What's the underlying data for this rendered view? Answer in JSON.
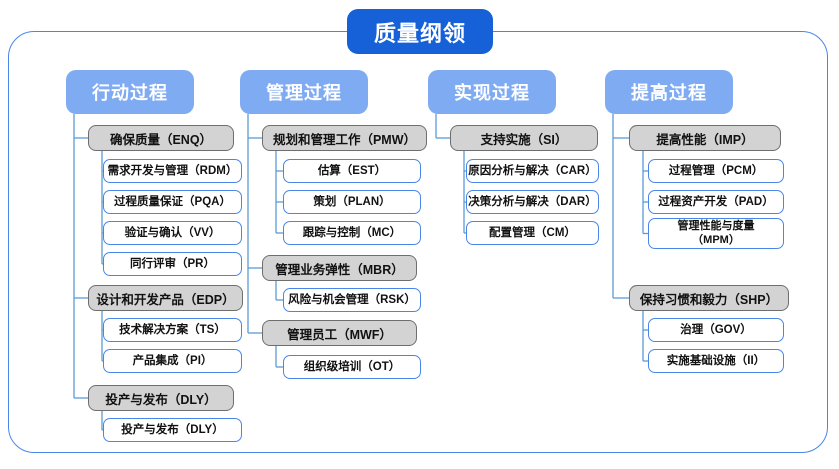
{
  "diagram": {
    "root": {
      "label": "质量纲领"
    },
    "colors": {
      "root_fill": "#1661d8",
      "header_fill": "#7fabf2",
      "group_fill": "#d3d3d3",
      "group_border": "#6e6e6e",
      "leaf_border": "#4a86e8",
      "connector": "#5b9bd5",
      "frame_border": "#4a86e8"
    },
    "columns": [
      {
        "header": "行动过程",
        "groups": [
          {
            "label": "确保质量（ENQ）",
            "children": [
              "需求开发与管理（RDM）",
              "过程质量保证（PQA）",
              "验证与确认（VV）",
              "同行评审（PR）"
            ]
          },
          {
            "label": "设计和开发产品（EDP）",
            "children": [
              "技术解决方案（TS）",
              "产品集成（PI）"
            ]
          },
          {
            "label": "投产与发布（DLY）",
            "children": [
              "投产与发布（DLY）"
            ]
          }
        ]
      },
      {
        "header": "管理过程",
        "groups": [
          {
            "label": "规划和管理工作（PMW）",
            "children": [
              "估算（EST）",
              "策划（PLAN）",
              "跟踪与控制（MC）"
            ]
          },
          {
            "label": "管理业务弹性（MBR）",
            "children": [
              "风险与机会管理（RSK）"
            ]
          },
          {
            "label": "管理员工（MWF）",
            "children": [
              "组织级培训（OT）"
            ]
          }
        ]
      },
      {
        "header": "实现过程",
        "groups": [
          {
            "label": "支持实施（SI）",
            "children": [
              "原因分析与解决（CAR）",
              "决策分析与解决（DAR）",
              "配置管理（CM）"
            ]
          }
        ]
      },
      {
        "header": "提高过程",
        "groups": [
          {
            "label": "提高性能（IMP）",
            "children": [
              "过程管理（PCM）",
              "过程资产开发（PAD）",
              "管理性能与度量\n（MPM）"
            ]
          },
          {
            "label": "保持习惯和毅力（SHP）",
            "children": [
              "治理（GOV）",
              "实施基础设施（II）"
            ]
          }
        ]
      }
    ]
  }
}
